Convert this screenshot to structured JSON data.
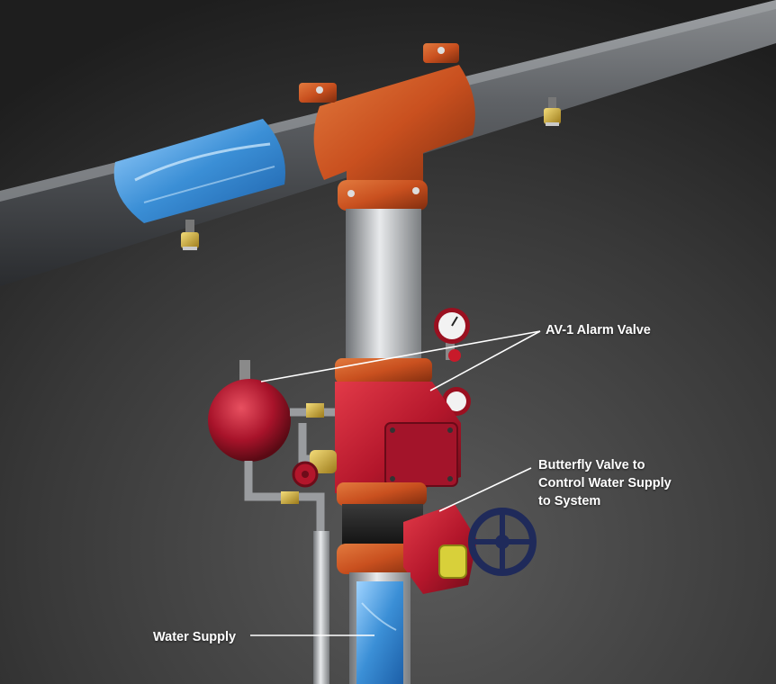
{
  "labels": {
    "alarm_valve": "AV-1 Alarm Valve",
    "butterfly_line1": "Butterfly Valve to",
    "butterfly_line2": "Control Water Supply",
    "butterfly_line3": "to System",
    "water_supply": "Water Supply"
  },
  "colors": {
    "background_dark": "#262626",
    "background_light": "#4a4a4a",
    "pipe_gray": "#5c5f63",
    "fitting_orange": "#c9501f",
    "valve_red": "#b3162b",
    "water_blue": "#3b8fd6",
    "handwheel_navy": "#1f2a5a",
    "brass": "#d6b23a",
    "leader_line": "#ffffff"
  }
}
